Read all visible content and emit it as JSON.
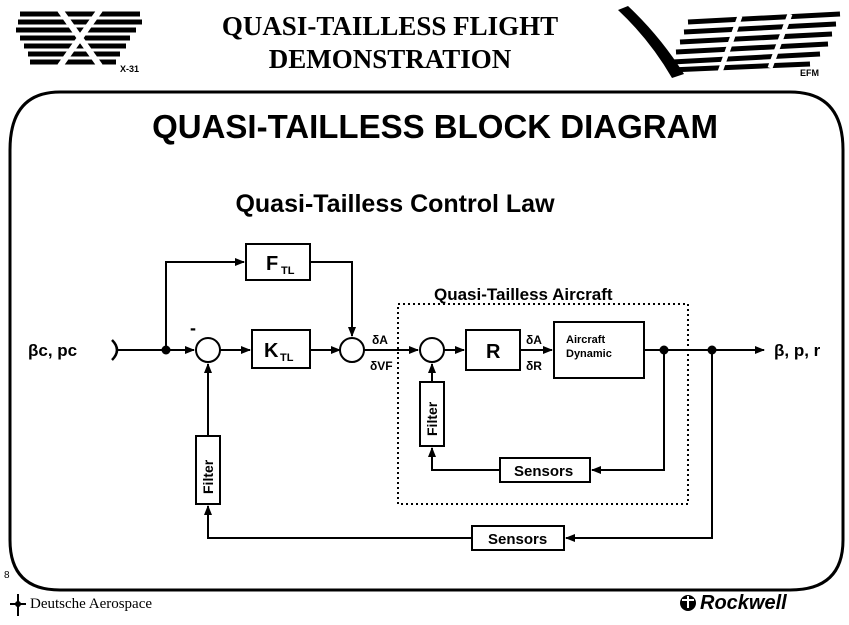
{
  "header": {
    "title_line1": "QUASI-TAILLESS FLIGHT",
    "title_line2": "DEMONSTRATION",
    "left_logo_text": "X-31",
    "right_logo_text": "EFM"
  },
  "slide": {
    "title": "QUASI-TAILLESS BLOCK DIAGRAM",
    "subtitle": "Quasi-Tailless Control Law",
    "page_number": "8"
  },
  "diagram": {
    "input_label": "βc, pc",
    "output_label": "β, p, r",
    "minus_sign": "-",
    "feedforward_block": "F",
    "feedforward_sub": "TL",
    "gain_block": "K",
    "gain_sub": "TL",
    "delta_a": "δA",
    "delta_vf": "δVF",
    "aircraft_group_label": "Quasi-Tailless Aircraft",
    "r_block": "R",
    "delta_a2": "δA",
    "delta_r": "δR",
    "dynamics_line1": "Aircraft",
    "dynamics_line2": "Dynamic",
    "inner_filter": "Filter",
    "outer_filter": "Filter",
    "inner_sensors": "Sensors",
    "outer_sensors": "Sensors"
  },
  "footer": {
    "left": "Deutsche Aerospace",
    "right": "Rockwell"
  }
}
